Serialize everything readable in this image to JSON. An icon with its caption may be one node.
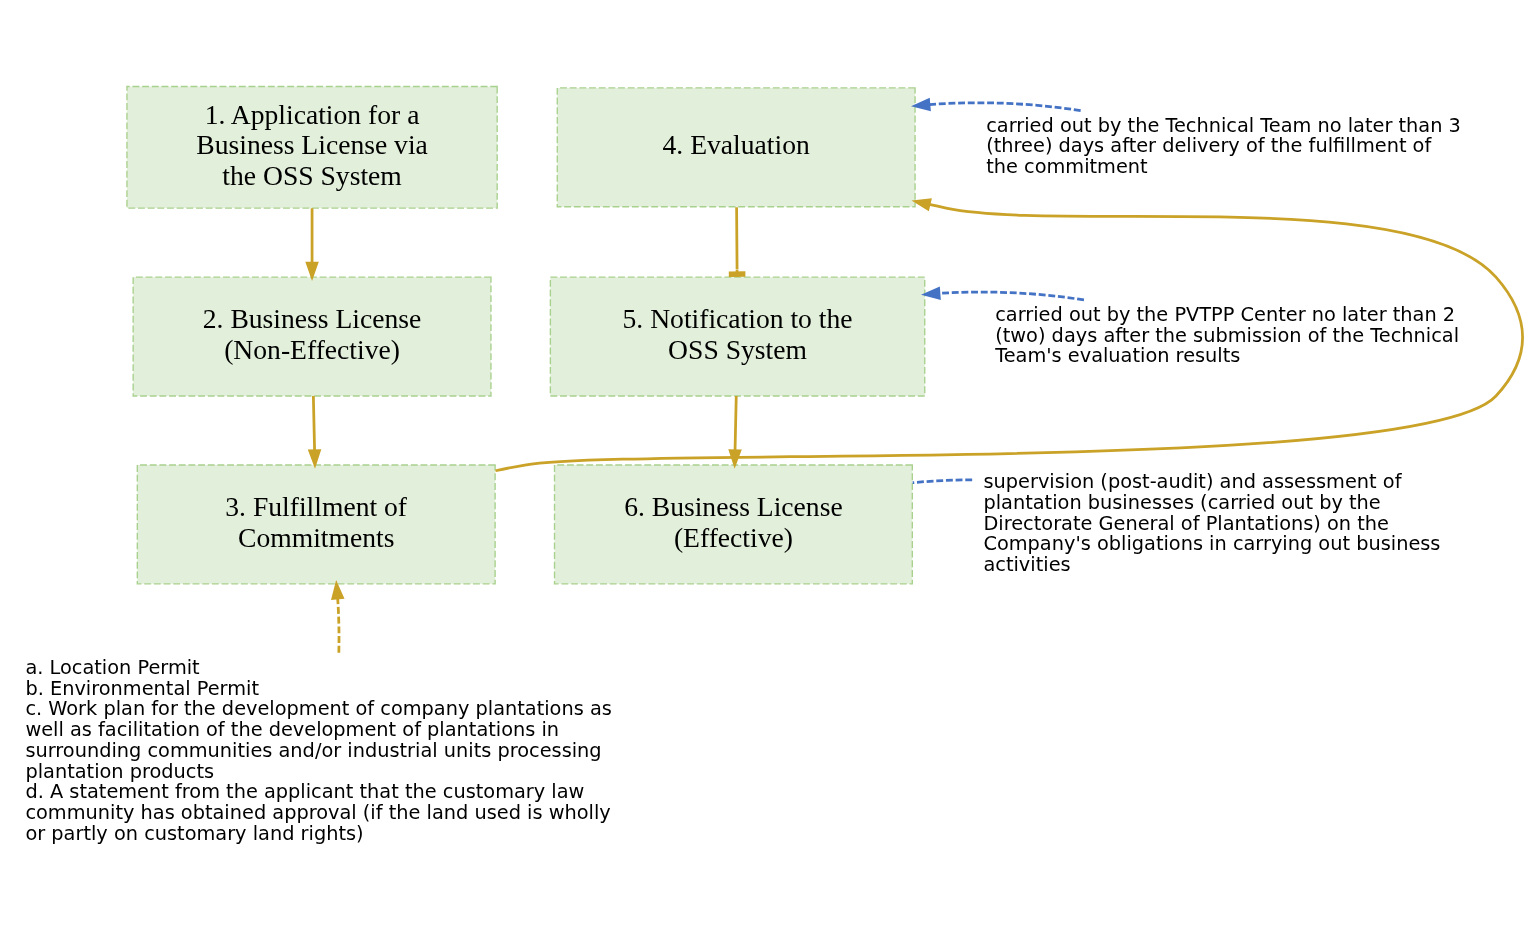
{
  "diagram": {
    "nodes": [
      {
        "text": [
          "1. Application for a Business License via the OSS System"
        ]
      },
      {
        "text": [
          "2. Business License (Non-Effective)"
        ]
      },
      {
        "text": [
          "3. Fulfillment of Commitments"
        ]
      },
      {
        "text": [
          "4. Evaluation"
        ]
      },
      {
        "text": [
          "5. Notification to the OSS System"
        ]
      },
      {
        "text": [
          "6. Business License (Effective)"
        ]
      },
      {
        "text": [
          "carried out by the Technical Team no later than 3 (three) days after delivery of the fulfillment of the commitment"
        ]
      },
      {
        "text": [
          "carried out by the PVTPP Center no later than 2 (two) days after the submission of the Technical Team's evaluation results"
        ]
      },
      {
        "text": [
          "supervision (post-audit) and assessment of plantation businesses (carried out by the Directorate General of Plantations) on the Company's obligations in carrying out business activities"
        ]
      },
      {
        "text": [
          "a. Location Permit",
          "b. Environmental Permit",
          "c. Work plan for the development of company plantations as well as facilitation of the development of plantations in surrounding communities and/or industrial units processing plantation products",
          "d. A statement from the applicant that the customary law community has obtained approval (if the land used is wholly or partly on customary land rights)"
        ]
      }
    ],
    "edges": [
      {
        "from": 0,
        "to": 1,
        "arrow": "to"
      },
      {
        "from": 1,
        "to": 2,
        "arrow": "to"
      },
      {
        "from": 2,
        "to": 3,
        "arrow": "to"
      },
      {
        "from": 3,
        "to": 4,
        "arrow": "other"
      },
      {
        "from": 4,
        "to": 5,
        "arrow": "to"
      },
      {
        "from": 6,
        "to": 3,
        "arrow": "to",
        "style": "dashed",
        "color": "#4472c4"
      },
      {
        "from": 7,
        "to": 4,
        "arrow": "to",
        "style": "dashed",
        "color": "#4472c4"
      },
      {
        "from": 8,
        "to": 5,
        "arrow": "none",
        "style": "dashed",
        "color": "#4472c4"
      },
      {
        "from": 9,
        "to": 2,
        "arrow": "to",
        "style": "dashed"
      }
    ]
  }
}
